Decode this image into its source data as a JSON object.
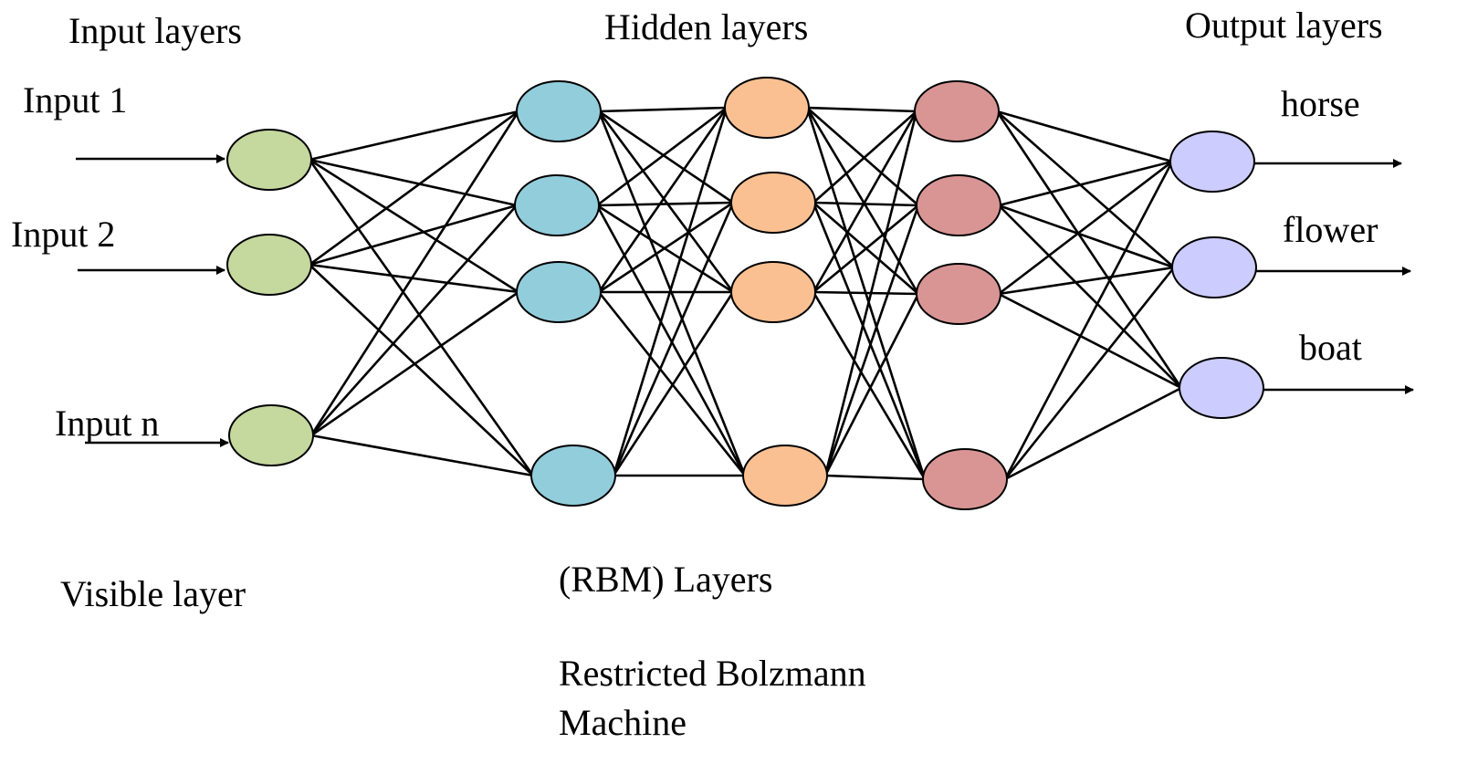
{
  "labels": {
    "input_layers": "Input layers",
    "hidden_layers": "Hidden layers",
    "output_layers": "Output layers",
    "input_1": "Input 1",
    "input_2": "Input 2",
    "input_n": "Input n",
    "output_horse": "horse",
    "output_flower": "flower",
    "output_boat": "boat",
    "visible_layer": "Visible layer",
    "rbm_layers": "(RBM) Layers",
    "rbm_full_line1": "Restricted Bolzmann",
    "rbm_full_line2": "Machine"
  },
  "colors": {
    "input_layer": "#c5d89e",
    "hidden_layer_1": "#92cddc",
    "hidden_layer_2": "#fac091",
    "hidden_layer_3": "#d99594",
    "output_layer": "#ccccff",
    "stroke": "#000000"
  },
  "network": {
    "layers": [
      {
        "name": "input",
        "nodes": 3
      },
      {
        "name": "hidden-1",
        "nodes": 4
      },
      {
        "name": "hidden-2",
        "nodes": 4
      },
      {
        "name": "hidden-3",
        "nodes": 4
      },
      {
        "name": "output",
        "nodes": 3
      }
    ],
    "connectivity": "fully-connected between adjacent layers"
  }
}
